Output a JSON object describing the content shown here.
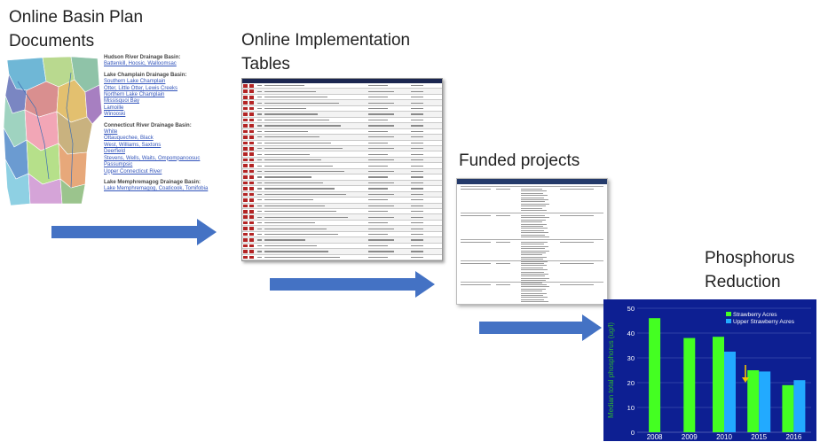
{
  "labels": {
    "basin_plan": [
      "Online Basin Plan",
      "Documents"
    ],
    "implementation": [
      "Online Implementation",
      "Tables"
    ],
    "funded": "Funded projects",
    "phosphorus": [
      "Phosphorus",
      "Reduction"
    ]
  },
  "basin_list": [
    {
      "heading": "Hudson River Drainage Basin:",
      "links": [
        "Battenkill, Hoosic, Walloomsac"
      ]
    },
    {
      "heading": "Lake Champlain Drainage Basin:",
      "links": [
        "Southern Lake Champlain",
        "Otter, Little Otter, Lewis Creeks",
        "Northern Lake Champlain",
        "Missisquoi Bay",
        "Lamoille",
        "Winooski"
      ]
    },
    {
      "heading": "Connecticut River Drainage Basin:",
      "links": [
        "White",
        "Ottauquechee, Black",
        "West, Williams, Saxtons",
        "Deerfield",
        "Stevens, Wells, Waits, Ompompanoosuc",
        "Passumpsic",
        "Upper Connecticut River"
      ]
    },
    {
      "heading": "Lake Memphremagog Drainage Basin:",
      "links": [
        "Lake Memphremagog, Coaticook, Tomifobia"
      ]
    }
  ],
  "colors": {
    "arrow": "#4472c4",
    "chart_bg": "#0d1f92",
    "series_a": "#44ff22",
    "series_b": "#22aaff",
    "table_header": "#1b2650"
  },
  "chart_data": {
    "type": "bar",
    "categories": [
      "2008",
      "2009",
      "2010",
      "2015",
      "2016"
    ],
    "series": [
      {
        "name": "Strawberry Acres",
        "values": [
          46,
          38,
          38.5,
          25,
          19
        ]
      },
      {
        "name": "Upper Strawberry Acres",
        "values": [
          null,
          null,
          32.5,
          24.5,
          21
        ]
      }
    ],
    "ylabel": "Median total phosphorus (ug/l)",
    "ylim": [
      0,
      50
    ],
    "yticks": [
      "0",
      "10",
      "20",
      "30",
      "40",
      "50"
    ],
    "legend": "top-right",
    "annotation": "downward arrow near 2010"
  }
}
